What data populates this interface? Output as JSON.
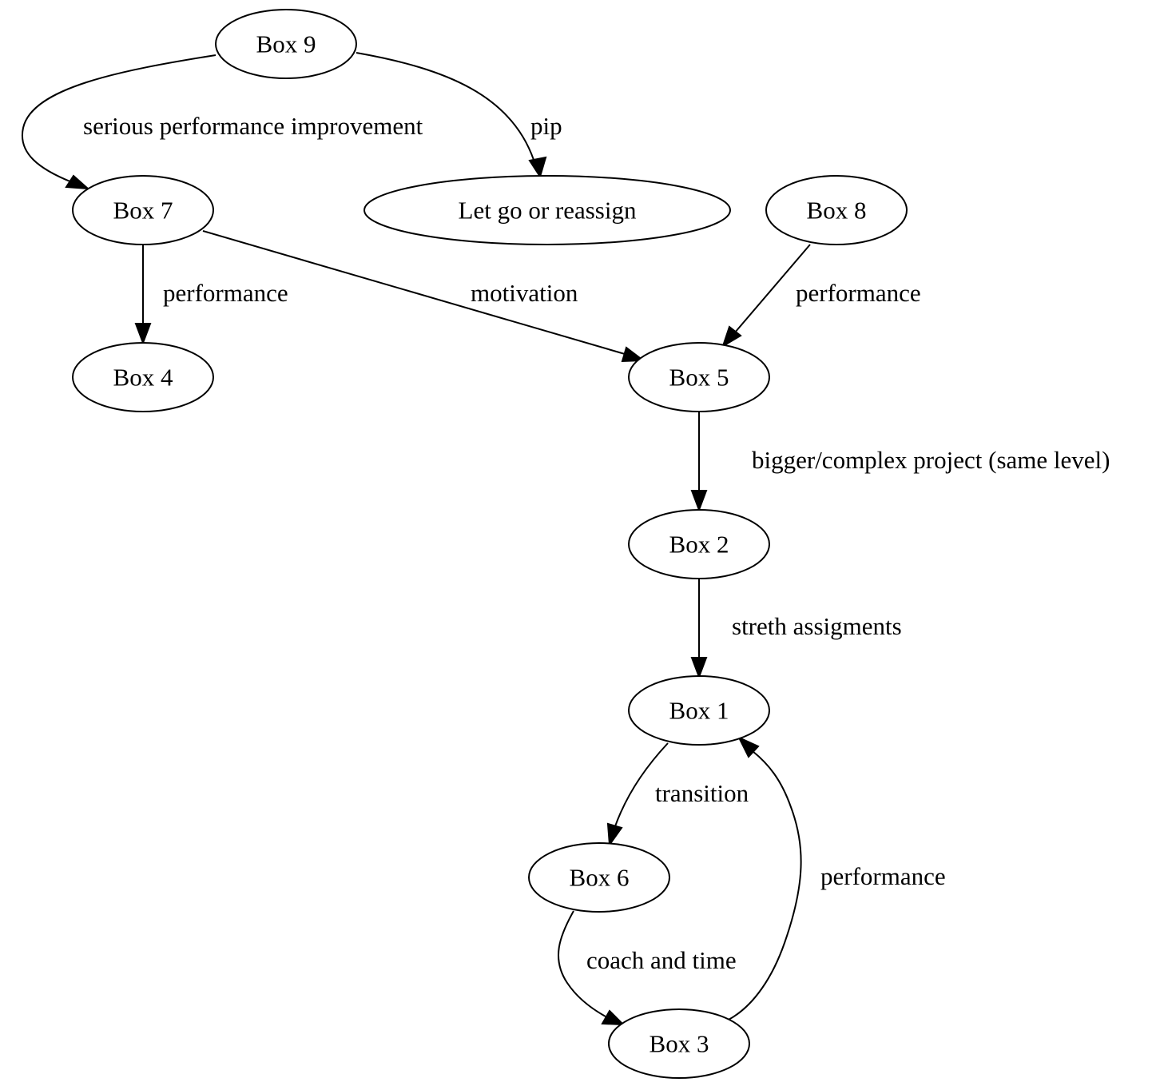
{
  "nodes": {
    "box9": "Box 9",
    "box7": "Box 7",
    "letgo": "Let go or reassign",
    "box8": "Box 8",
    "box4": "Box 4",
    "box5": "Box 5",
    "box2": "Box 2",
    "box1": "Box 1",
    "box6": "Box 6",
    "box3": "Box 3"
  },
  "edges": [
    {
      "from": "Box 9",
      "to": "Box 7",
      "label": "serious performance improvement"
    },
    {
      "from": "Box 9",
      "to": "Let go or reassign",
      "label": "pip"
    },
    {
      "from": "Box 7",
      "to": "Box 4",
      "label": "performance"
    },
    {
      "from": "Box 7",
      "to": "Box 5",
      "label": "motivation"
    },
    {
      "from": "Box 8",
      "to": "Box 5",
      "label": "performance"
    },
    {
      "from": "Box 5",
      "to": "Box 2",
      "label": "bigger/complex project (same level)"
    },
    {
      "from": "Box 2",
      "to": "Box 1",
      "label": "streth assigments"
    },
    {
      "from": "Box 1",
      "to": "Box 6",
      "label": "transition"
    },
    {
      "from": "Box 6",
      "to": "Box 3",
      "label": "coach and time"
    },
    {
      "from": "Box 3",
      "to": "Box 1",
      "label": "performance"
    }
  ]
}
